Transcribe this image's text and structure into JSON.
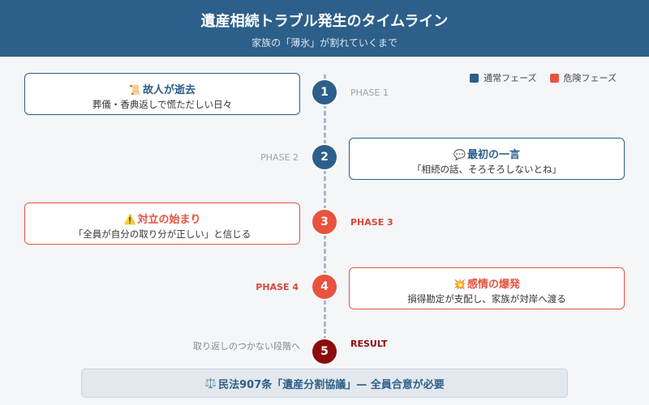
{
  "header": {
    "title": "遺産相続トラブル発生のタイムライン",
    "subtitle": "家族の「薄氷」が割れていくまで"
  },
  "legend": {
    "normal_label": "通常フェーズ",
    "danger_label": "危険フェーズ",
    "normal_color": "#2c5f8a",
    "danger_color": "#e8533f"
  },
  "phases": [
    {
      "number": "1",
      "label": "PHASE 1",
      "type": "normal",
      "icon": "scroll-icon",
      "title": "故人が逝去",
      "description": "葬儀・香典返しで慌ただしい日々"
    },
    {
      "number": "2",
      "label": "PHASE 2",
      "type": "normal",
      "icon": "speech-bubble-icon",
      "title": "最初の一言",
      "description": "「相続の話、そろそろしないとね」"
    },
    {
      "number": "3",
      "label": "PHASE 3",
      "type": "danger",
      "icon": "warning-icon",
      "title": "対立の始まり",
      "description": "「全員が自分の取り分が正しい」と信じる"
    },
    {
      "number": "4",
      "label": "PHASE 4",
      "type": "danger",
      "icon": "explosion-icon",
      "title": "感情の爆発",
      "description": "損得勘定が支配し、家族が対岸へ渡る"
    }
  ],
  "result": {
    "number": "5",
    "label": "RESULT",
    "note": "取り返しのつかない段階へ",
    "color": "#8b0d0d"
  },
  "footer": {
    "icon": "scales-icon",
    "text": "民法907条「遺産分割協議」— 全員合意が必要"
  }
}
